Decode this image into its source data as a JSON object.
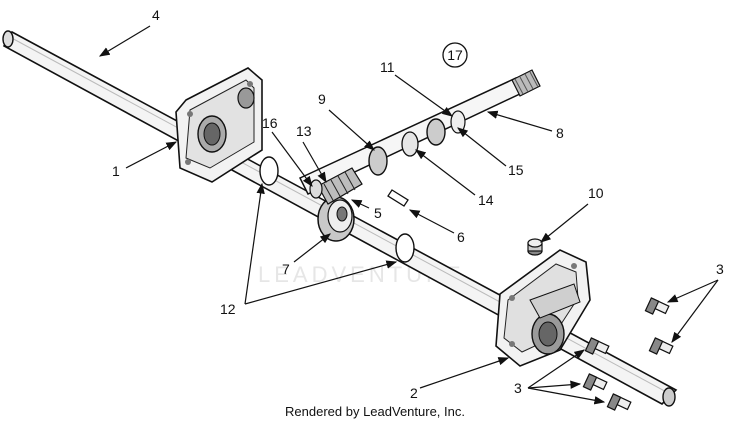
{
  "diagram": {
    "assembly_number": "17",
    "watermark": "LEADVENTURE",
    "callouts": [
      "1",
      "2",
      "3",
      "4",
      "5",
      "6",
      "7",
      "8",
      "9",
      "10",
      "11",
      "12",
      "13",
      "14",
      "15",
      "16"
    ],
    "footer": "Rendered by LeadVenture, Inc."
  }
}
